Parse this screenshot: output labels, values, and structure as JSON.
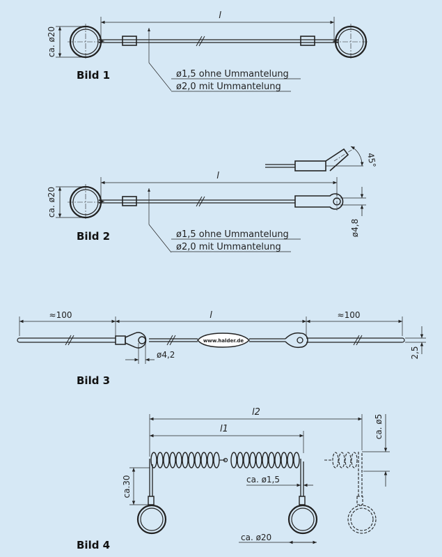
{
  "figures": {
    "bild1": {
      "caption": "Bild 1",
      "length": "l",
      "ring_dim": "ca. ø20",
      "note1": "ø1,5 ohne Ummantelung",
      "note2": "ø2,0 mit Ummantelung"
    },
    "bild2": {
      "caption": "Bild 2",
      "length": "l",
      "ring_dim": "ca. ø20",
      "eye_dim": "ø4,8",
      "angle": "45°",
      "note1": "ø1,5 ohne Ummantelung",
      "note2": "ø2,0 mit Ummantelung"
    },
    "bild3": {
      "caption": "Bild 3",
      "length": "l",
      "end_left": "≈100",
      "end_right": "≈100",
      "eye_dim": "ø4,2",
      "height": "2,5",
      "brand": "www.halder.de"
    },
    "bild4": {
      "caption": "Bild 4",
      "l2": "l2",
      "l1": "l1",
      "height": "ca.30",
      "wire": "ca. ø1,5",
      "offset": "ca. ø5",
      "ring": "ca. ø20"
    }
  },
  "colors": {
    "background": "#d6e8f5",
    "line": "#222222"
  }
}
